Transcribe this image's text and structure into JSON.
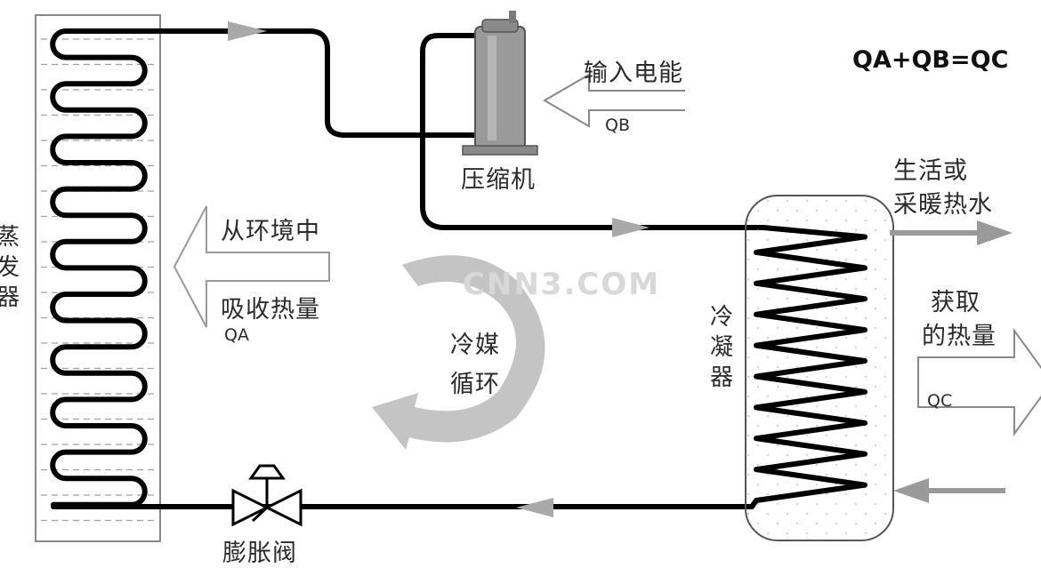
{
  "equation": "QA+QB=QC",
  "labels": {
    "evaporator": "蒸发器",
    "compressor": "压缩机",
    "input_power": "输入电能",
    "qb": "QB",
    "absorb_line1": "从环境中",
    "absorb_line2": "吸收热量",
    "qa": "QA",
    "cycle_line1": "冷媒",
    "cycle_line2": "循环",
    "condenser": "冷凝器",
    "hot_water_line1": "生活或",
    "hot_water_line2": "采暖热水",
    "gain_line1": "获取",
    "gain_line2": "的热量",
    "qc": "QC",
    "expansion_valve": "膨胀阀"
  },
  "watermark": "CNN3.COM",
  "colors": {
    "pipe": "#000000",
    "arrow_gray": "#a9a9a9",
    "cycle_arrow": "#bdbdbd",
    "panel_border": "#888888",
    "dashed_line": "#a0a0a0"
  }
}
